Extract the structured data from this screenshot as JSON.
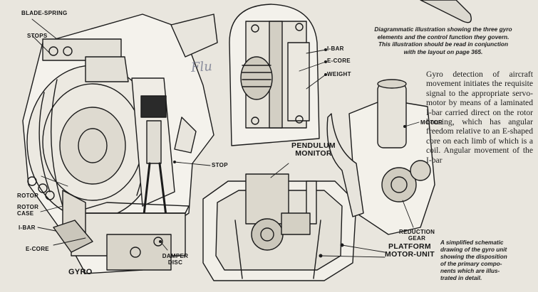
{
  "labels": {
    "blade_spring": "BLADE-SPRING",
    "stops": "STOPS",
    "rotor": "ROTOR",
    "rotor_case": "ROTOR CASE",
    "i_bar_left": "I-BAR",
    "e_core_left": "E-CORE",
    "gyro": "GYRO",
    "damper_disc": "DAMPER DISC",
    "stop": "STOP",
    "i_bar_right": "I-BAR",
    "e_core_right": "E-CORE",
    "weight": "WEIGHT",
    "pendulum_monitor": "PENDULUM MONITOR",
    "motor": "MOTOR",
    "reduction_gear": "REDUCTION GEAR",
    "platform_motor_unit": "PLATFORM MOTOR-UNIT"
  },
  "handwritten_mark": "Flu",
  "caption_top": [
    "Diagrammatic illustration showing the three gyro",
    "elements and the control function they govern.",
    "This illustration should be read in conjunction",
    "with the layout on page 365."
  ],
  "body_text": "Gyro detection of aircraft movement initiates the requisite signal to the appropriate servo-motor by means of a laminated I-bar carried direct on the rotor housing, which has angular freedom relative to an E-shaped core on each limb of which is a coil. Angular movement of the I-bar",
  "caption_bottom": [
    "A simplified schematic",
    "drawing of the gyro unit",
    "showing the disposition",
    "of the primary compo-",
    "nents which are illus-",
    "trated in detail."
  ]
}
